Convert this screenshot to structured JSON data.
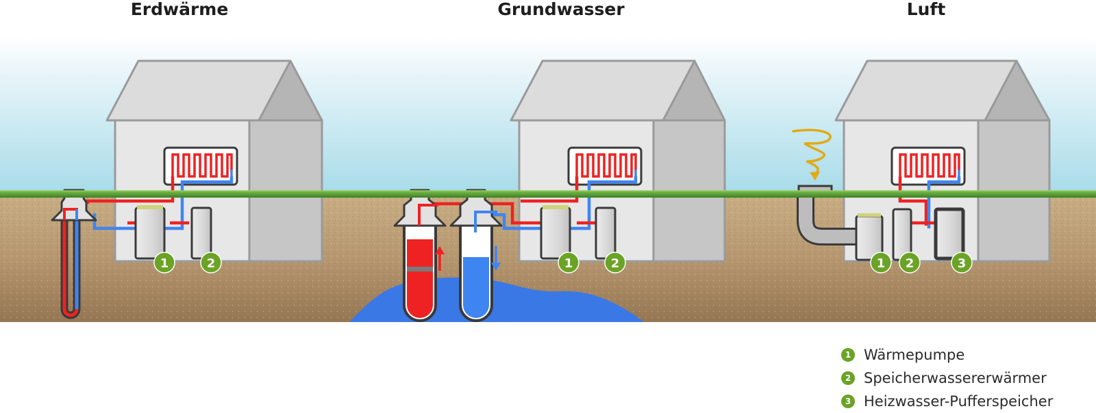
{
  "titles": {
    "erdwaerme": "Erdwärme",
    "grundwasser": "Grundwasser",
    "luft": "Luft"
  },
  "badges": {
    "one": "1",
    "two": "2",
    "three": "3"
  },
  "legend": [
    {
      "number": "1",
      "label": "Wärmepumpe"
    },
    {
      "number": "2",
      "label": "Speicherwassererwärmer"
    },
    {
      "number": "3",
      "label": "Heizwasser-Pufferspeicher"
    }
  ],
  "colors": {
    "hot_pipe": "#ee2222",
    "cold_pipe": "#3f85f2",
    "groundwater": "#3a78e6",
    "badge": "#6aa325",
    "air_swirl": "#e1aa17",
    "grass": "#5e9d3a",
    "soil": "#b79a70"
  }
}
